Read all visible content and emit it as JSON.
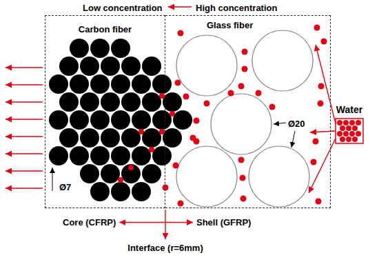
{
  "diagram": {
    "nodes": [
      {
        "text": [
          "Carbon fiber",
          "Core (CFRP)"
        ]
      },
      {
        "text": [
          "Glass fiber",
          "Shell (GFRP)"
        ]
      },
      {
        "text": [
          "Water"
        ]
      }
    ],
    "edges": [
      {
        "from": 0,
        "to": 1,
        "arrow": "both"
      },
      {
        "from": 2,
        "to": 1,
        "arrow": "to"
      },
      {
        "from": 2,
        "to": 1,
        "arrow": "to"
      },
      {
        "from": 2,
        "to": 1,
        "arrow": "to"
      }
    ],
    "labels": [
      "Low concentration",
      "High concentration",
      "Ø20",
      "Ø7",
      "Interface (r=6mm)"
    ]
  }
}
